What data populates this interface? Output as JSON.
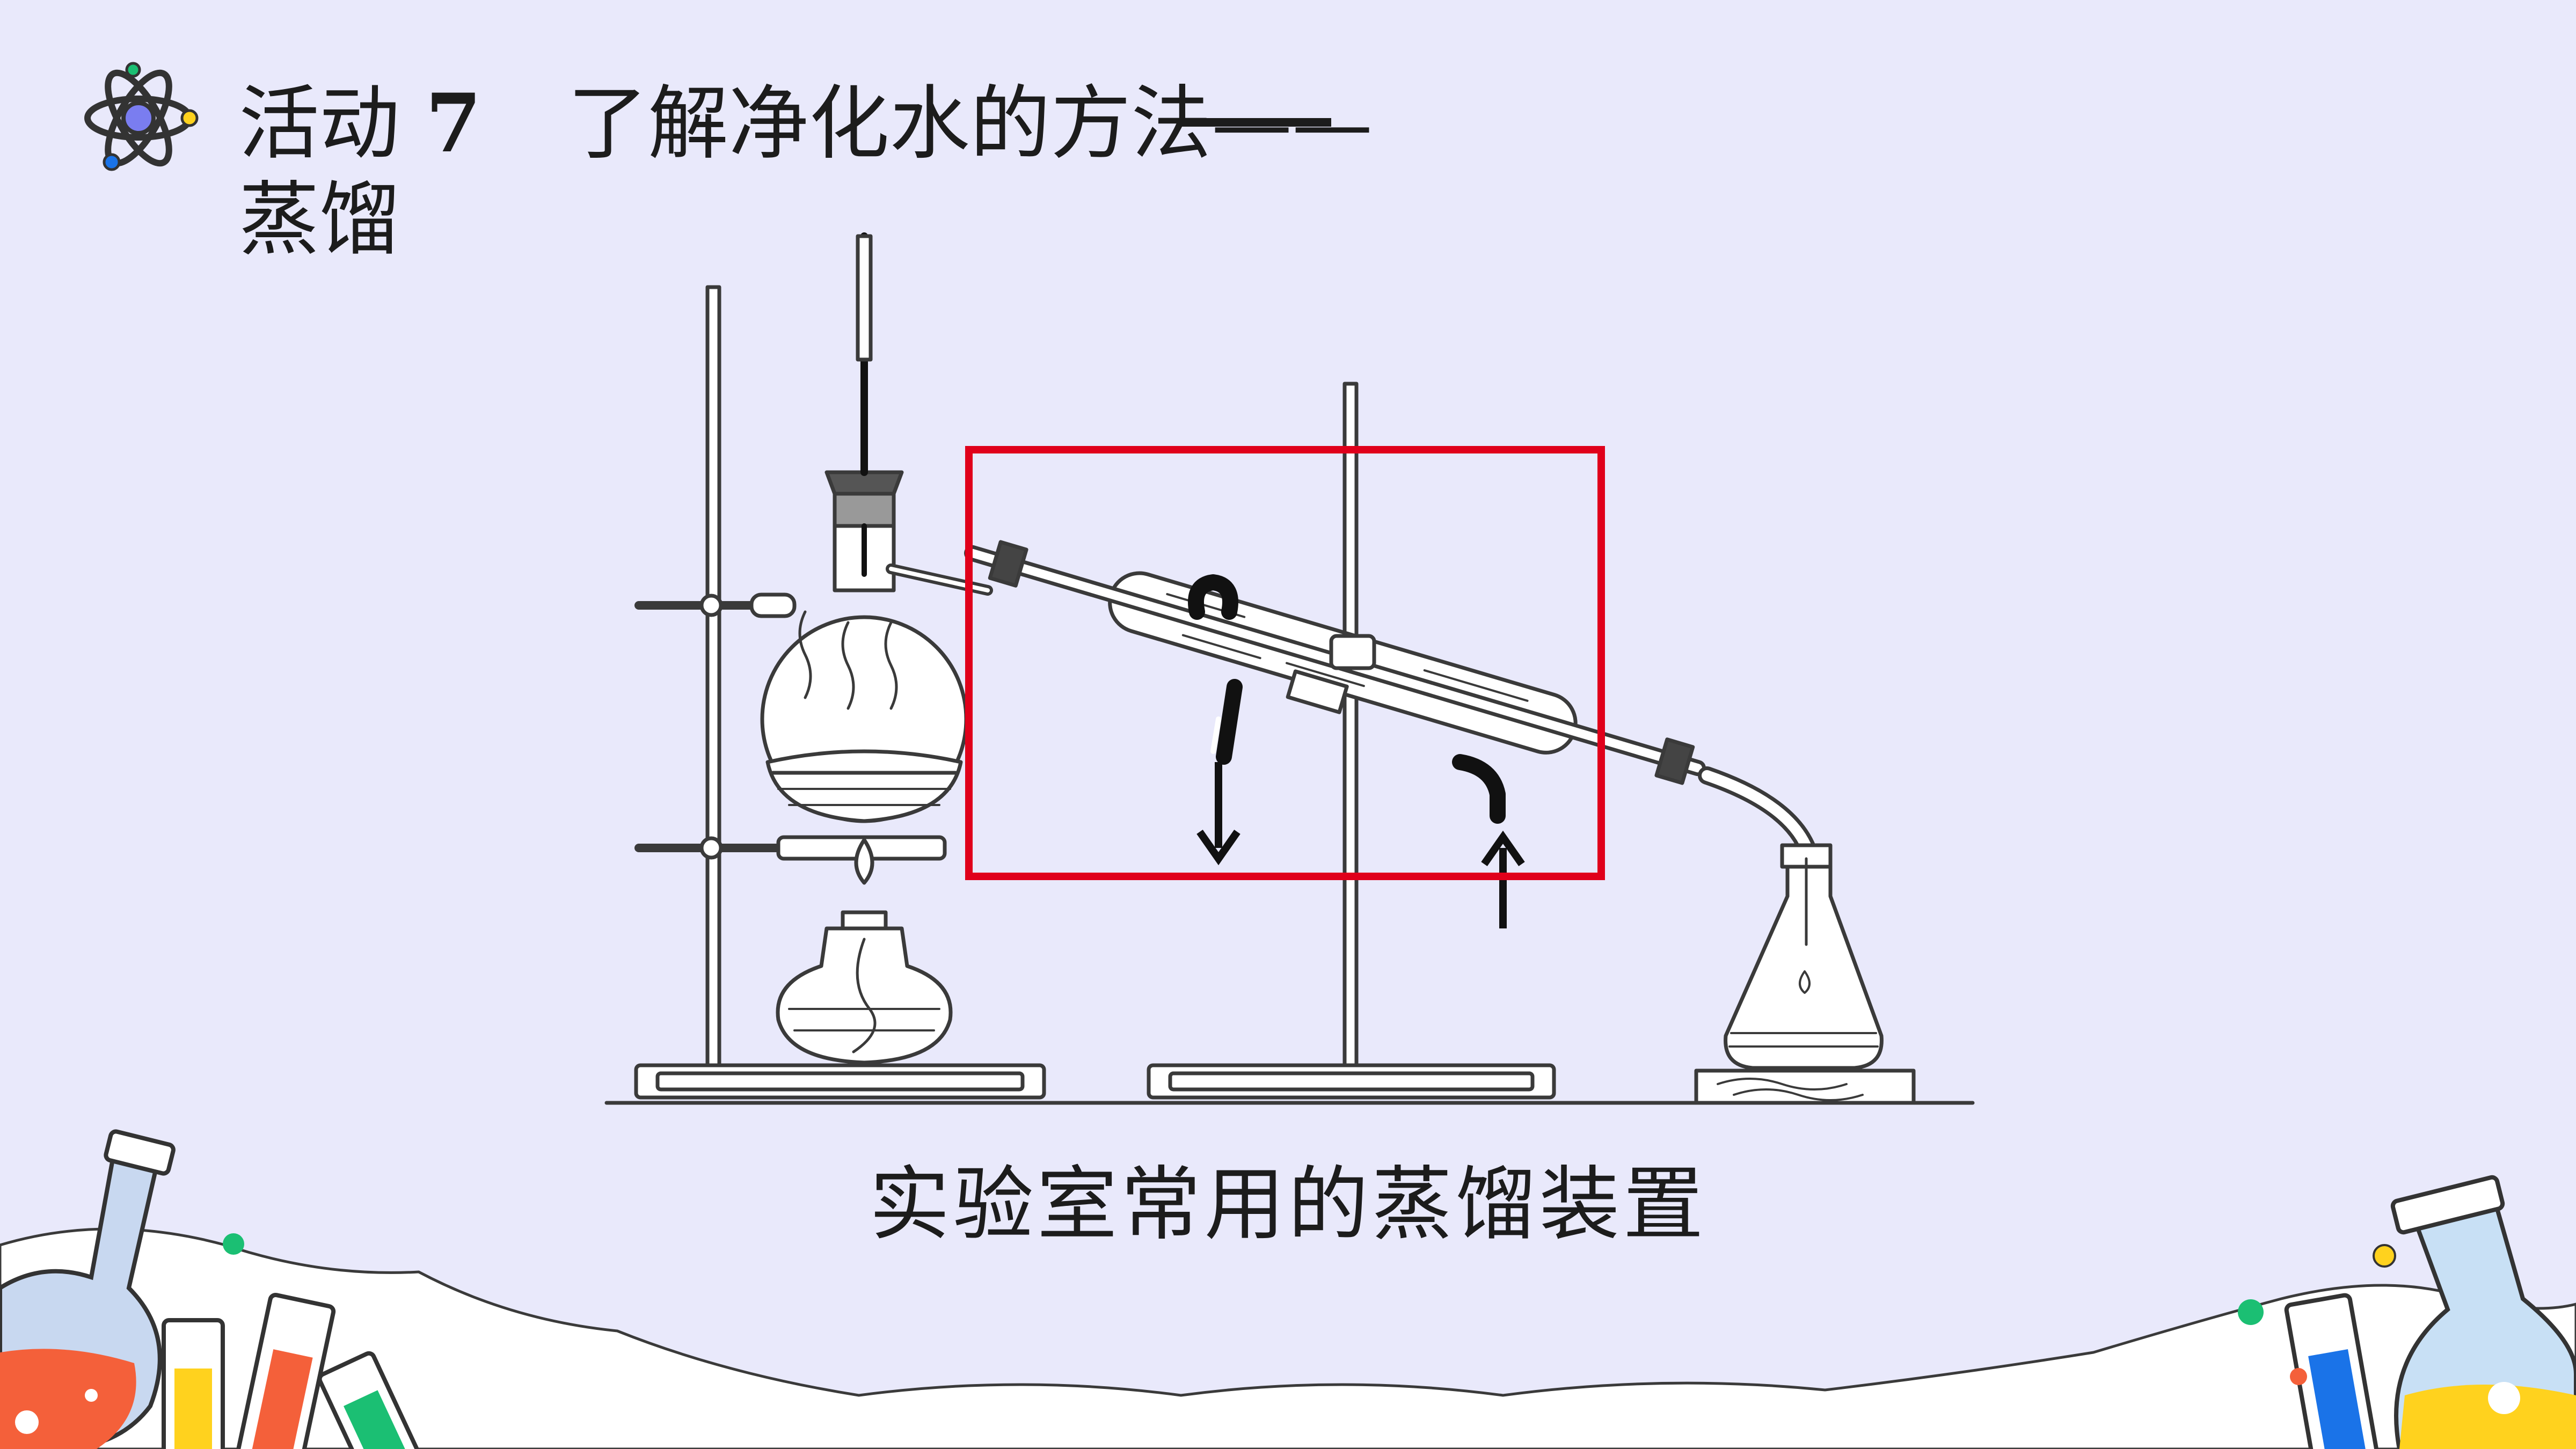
{
  "title": {
    "activity_label": "活动",
    "activity_number": "7",
    "heading": "了解净化水的方法——",
    "heading_line2": "蒸馏"
  },
  "caption": "实验室常用的蒸馏装置",
  "icons": [
    "atom-icon",
    "lab-flask-decoration",
    "test-tube-decoration"
  ],
  "colors": {
    "background": "#e9e9fb",
    "highlight_box": "#e0001b",
    "outline": "#3a3a3a",
    "tube_red": "#f4603a",
    "tube_yellow": "#ffd21e",
    "tube_green": "#1bbf73",
    "tube_blue": "#1a73e8",
    "atom_core": "#7a7df0"
  }
}
